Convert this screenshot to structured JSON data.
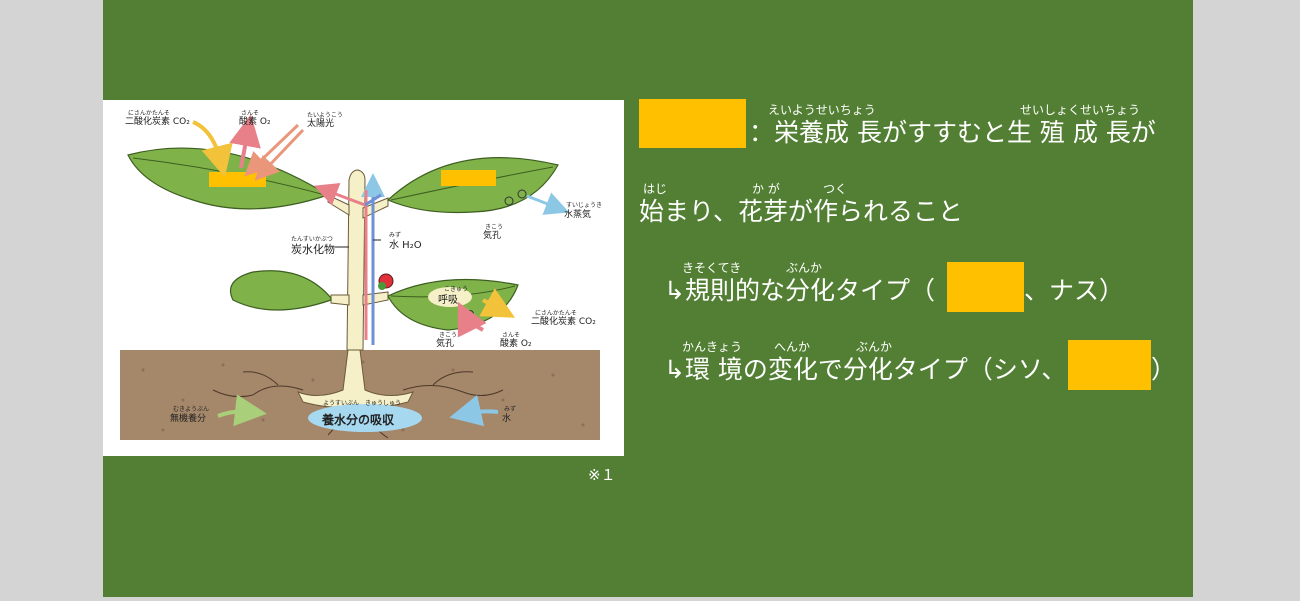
{
  "colors": {
    "slide_bg": "#527f33",
    "highlight": "#ffc000",
    "outside": "#d4d4d4"
  },
  "figure": {
    "labels": {
      "co2_top_ruby": "にさんかたんそ",
      "co2_top": "二酸化炭素 CO₂",
      "o2_top_ruby": "さんそ",
      "o2_top": "酸素 O₂",
      "sun_ruby": "たいようこう",
      "sun": "太陽光",
      "carb_ruby": "たんすいかぶつ",
      "carb": "炭水化物",
      "water_top_ruby": "みず",
      "water_top": "水 H₂O",
      "stoma_top_ruby": "きこう",
      "stoma_top": "気孔",
      "vapor_ruby": "すいじょうき",
      "vapor": "水蒸気",
      "resp_ruby": "こきゅう",
      "resp": "呼吸",
      "co2_right_ruby": "にさんかたんそ",
      "co2_right": "二酸化炭素 CO₂",
      "stoma_bot_ruby": "きこう",
      "stoma_bot": "気孔",
      "o2_bot_ruby": "さんそ",
      "o2_bot": "酸素 O₂",
      "minerals_ruby": "むきようぶん",
      "minerals": "無機養分",
      "absorb_ruby": "ようすいぶん　きゅうしゅう",
      "absorb": "養水分の吸収",
      "water_bot_ruby": "みず",
      "water_bot": "水"
    }
  },
  "footnote": "※１",
  "text": {
    "line1_ruby_a": "えいようせいちょう",
    "line1_ruby_b": "せいしょくせいちょう",
    "line1": "：栄養成 長がすすむと生 殖 成 長が",
    "line2_ruby_a": "はじ",
    "line2_ruby_b": "か が",
    "line2_ruby_c": "つく",
    "line2": "始まり、花芽が作られること",
    "line3_ruby_a": "きそくてき",
    "line3_ruby_b": "ぶんか",
    "line3_a": "↳規則的な分化タイプ（",
    "line3_b": "、ナス）",
    "line4_ruby_a": "かんきょう",
    "line4_ruby_b": "へんか",
    "line4_ruby_c": "ぶんか",
    "line4_a": "↳環 境の変化で分化タイプ（シソ、",
    "line4_b": "）"
  }
}
